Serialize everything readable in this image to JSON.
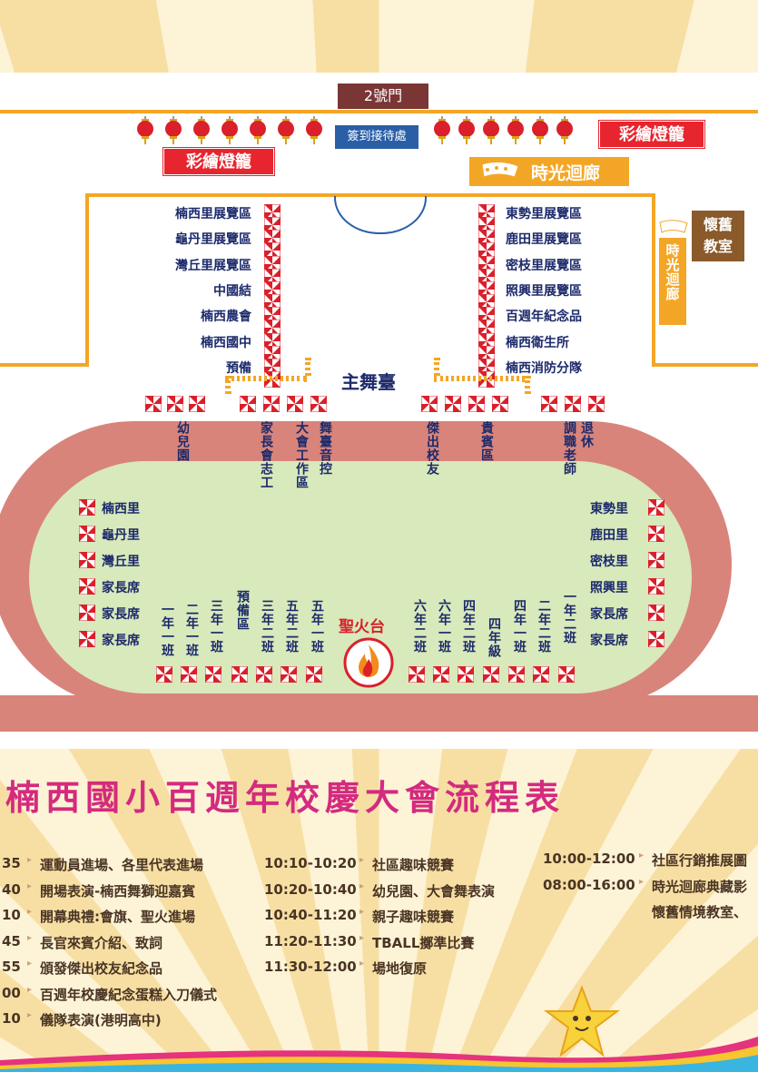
{
  "map": {
    "gate": "2號門",
    "checkin": "簽到接待處",
    "lanterns_left": "彩繪燈籠",
    "lanterns_right": "彩繪燈籠",
    "gallery": "時光迴廊",
    "gallery_vertical": "時光迴廊",
    "classroom": "懷舊教室",
    "main_stage": "主舞臺",
    "torch": "聖火台",
    "booths_left": [
      "楠西里展覽區",
      "龜丹里展覽區",
      "灣丘里展覽區",
      "中國結",
      "楠西農會",
      "楠西國中",
      "預備"
    ],
    "booths_right": [
      "東勢里展覽區",
      "鹿田里展覽區",
      "密枝里展覽區",
      "照興里展覽區",
      "百週年紀念品",
      "楠西衛生所",
      "楠西消防分隊"
    ],
    "top_zones": [
      "幼兒園",
      "家長會志工",
      "大會工作區",
      "舞臺音控",
      "傑出校友",
      "貴賓區",
      "調職老師",
      "退休"
    ],
    "field_left": [
      "楠西里",
      "龜丹里",
      "灣丘里",
      "家長席",
      "家長席",
      "家長席"
    ],
    "field_right": [
      "東勢里",
      "鹿田里",
      "密枝里",
      "照興里",
      "家長席",
      "家長席"
    ],
    "classes_left": [
      "一年一班",
      "二年一班",
      "三年一班",
      "預備區",
      "三年二班",
      "五年二班",
      "五年一班"
    ],
    "classes_right": [
      "六年二班",
      "六年一班",
      "四年二班",
      "四年級",
      "四年一班",
      "二年二班",
      "一年二班"
    ]
  },
  "schedule": {
    "title": "楠西國小百週年校慶大會流程表",
    "col1": [
      {
        "time": "35",
        "event": "運動員進場、各里代表進場"
      },
      {
        "time": "40",
        "event": "開場表演-楠西舞獅迎嘉賓"
      },
      {
        "time": "10",
        "event": "開幕典禮:會旗、聖火進場"
      },
      {
        "time": "45",
        "event": "長官來賓介紹、致詞"
      },
      {
        "time": "55",
        "event": "頒發傑出校友紀念品"
      },
      {
        "time": "00",
        "event": "百週年校慶紀念蛋糕入刀儀式"
      },
      {
        "time": "10",
        "event": "儀隊表演(港明高中)"
      }
    ],
    "col2": [
      {
        "time": "10:10-10:20",
        "event": "社區趣味競賽"
      },
      {
        "time": "10:20-10:40",
        "event": "幼兒園、大會舞表演"
      },
      {
        "time": "10:40-11:20",
        "event": "親子趣味競賽"
      },
      {
        "time": "11:20-11:30",
        "event": "TBALL擲準比賽"
      },
      {
        "time": "11:30-12:00",
        "event": "場地復原"
      }
    ],
    "col3": [
      {
        "time": "10:00-12:00",
        "event": "社區行銷推展圖"
      },
      {
        "time": "08:00-16:00",
        "event": "時光迴廊典藏影"
      },
      {
        "time": "",
        "event": "懷舊情境教室、"
      }
    ]
  },
  "colors": {
    "title": "#d42a7f",
    "flag_red": "#d9202b",
    "track": "#d8847b",
    "field": "#d8e9bb",
    "orange": "#f3a626"
  }
}
